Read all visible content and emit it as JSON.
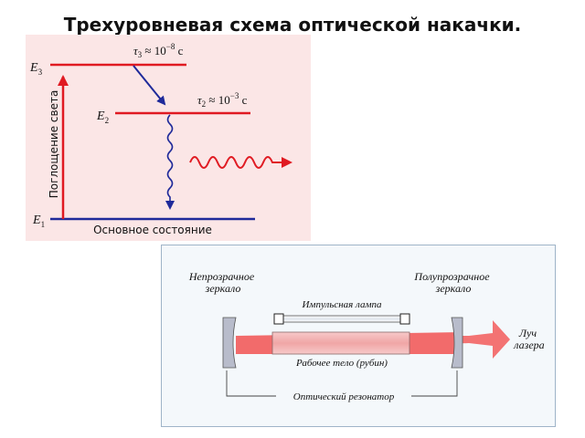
{
  "slide": {
    "title": "Трехуровневая схема оптической накачки."
  },
  "energy_diagram": {
    "level_e3": {
      "letter": "E",
      "index": "3"
    },
    "level_e2": {
      "letter": "E",
      "index": "2"
    },
    "level_e1": {
      "letter": "E",
      "index": "1"
    },
    "tau3": {
      "symbol": "τ",
      "index": "3",
      "relation": " ≈ 10",
      "exponent": "−8",
      "unit": " с"
    },
    "tau2": {
      "symbol": "τ",
      "index": "2",
      "relation": " ≈ 10",
      "exponent": "−3",
      "unit": " с"
    },
    "absorption_label": "Поглощение света",
    "ground_state_label": "Основное состояние",
    "colors": {
      "background": "#fbe6e6",
      "level": "#e01a22",
      "ground": "#1f2a9a",
      "arrow": "#1f2a9a",
      "wave": "#e01a22"
    }
  },
  "laser_diagram": {
    "opaque_mirror_label": [
      "Непрозрачное",
      "зеркало"
    ],
    "semi_mirror_label": [
      "Полупрозрачное",
      "зеркало"
    ],
    "flash_lamp_label": "Импульсная лампа",
    "working_body_label": "Рабочее тело (рубин)",
    "output_label": [
      "Луч",
      "лазера"
    ],
    "resonator_label": "Оптический резонатор",
    "colors": {
      "background": "#f4f8fb",
      "border": "#9fb4c8",
      "beam": "#f26b6b",
      "rod": "#f3b7b7",
      "mirror": "#b8bccb"
    }
  }
}
